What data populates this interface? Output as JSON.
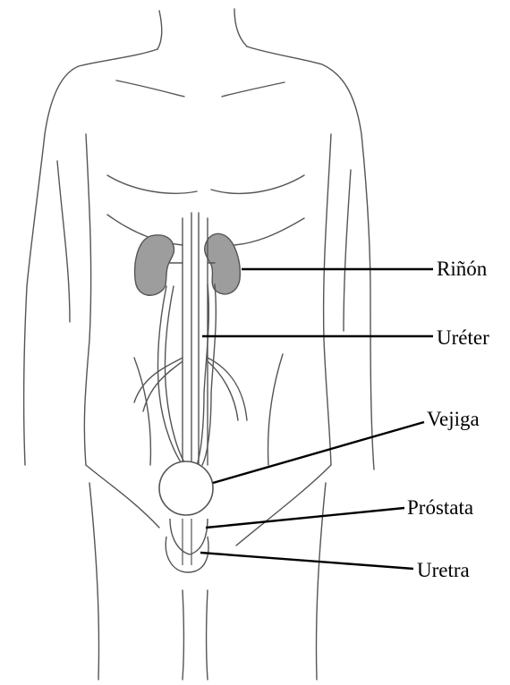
{
  "figure": {
    "labels": {
      "rinon": "Riñón",
      "ureter": "Uréter",
      "vejiga": "Vejiga",
      "prostata": "Próstata",
      "uretra": "Uretra"
    }
  },
  "colors": {
    "outline": "#555555",
    "organ_fill": "#9d9d9d",
    "leader_line": "#000000",
    "background": "#ffffff"
  }
}
